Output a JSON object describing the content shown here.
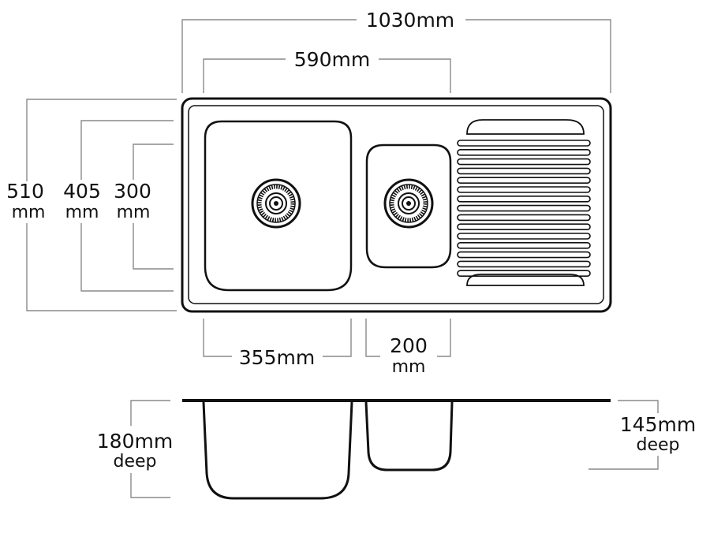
{
  "dimensions": {
    "overall_width": "1030mm",
    "bowls_width": "590mm",
    "overall_depth": {
      "value": "510",
      "unit": "mm"
    },
    "large_bowl_depth": {
      "value": "405",
      "unit": "mm"
    },
    "small_bowl_depth": {
      "value": "300",
      "unit": "mm"
    },
    "large_bowl_width": "355mm",
    "small_bowl_width": {
      "value": "200",
      "unit": "mm"
    },
    "large_bowl_deep": {
      "value": "180mm",
      "suffix": "deep"
    },
    "small_bowl_deep": {
      "value": "145mm",
      "suffix": "deep"
    }
  },
  "colors": {
    "outline": "#111111",
    "dimension_line": "#8a8a8a",
    "background": "#ffffff"
  }
}
